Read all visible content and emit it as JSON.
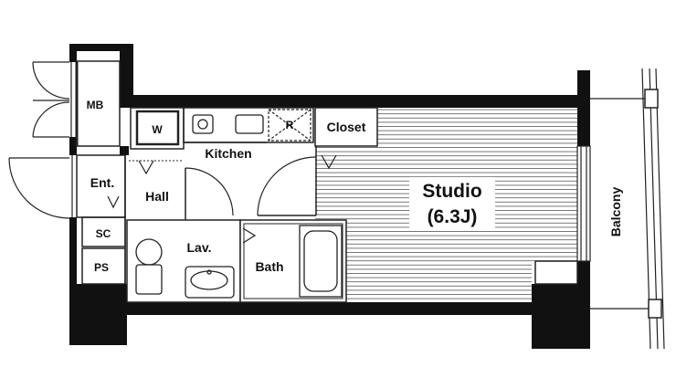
{
  "plan": {
    "labels": {
      "mb": "MB",
      "washer": "W",
      "fridge": "R",
      "closet": "Closet",
      "kitchen": "Kitchen",
      "entrance": "Ent.",
      "hall": "Hall",
      "sc": "SC",
      "ps": "PS",
      "lavatory": "Lav.",
      "bath": "Bath",
      "studio": "Studio",
      "studio_size": "(6.3J)",
      "balcony": "Balcony"
    },
    "colors": {
      "wall": "#111111",
      "line": "#222222",
      "flooring_hatch": "#555555",
      "background": "#ffffff"
    },
    "icons": [
      "toilet-icon",
      "washbasin-icon",
      "bathtub-icon",
      "sink-icon",
      "stove-icon",
      "door-swing-icon"
    ]
  }
}
